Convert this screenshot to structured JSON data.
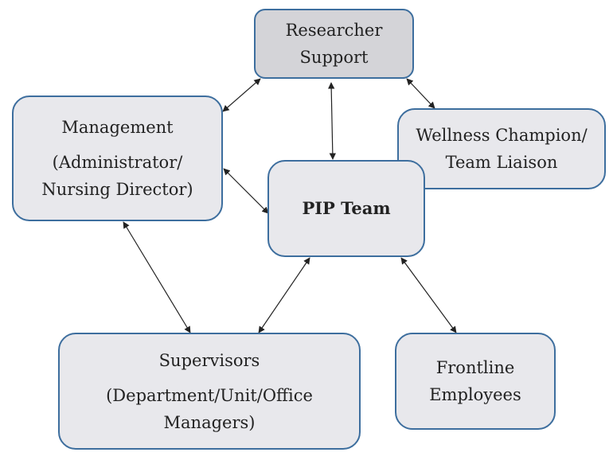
{
  "nodes": {
    "researcher": {
      "line1": "Researcher",
      "line2": "Support"
    },
    "management": {
      "line1": "Management",
      "line2": "(Administrator/",
      "line3": "Nursing Director)"
    },
    "wellness": {
      "line1": "Wellness Champion/",
      "line2": "Team Liaison"
    },
    "pip": {
      "label": "PIP Team"
    },
    "supervisors": {
      "line1": "Supervisors",
      "line2": "(Department/Unit/Office",
      "line3": "Managers)"
    },
    "frontline": {
      "line1": "Frontline",
      "line2": "Employees"
    }
  },
  "colors": {
    "node_border": "#3d6e9e",
    "node_fill": "#e8e8ec",
    "researcher_fill": "#d4d4d8",
    "arrow": "#222222"
  }
}
